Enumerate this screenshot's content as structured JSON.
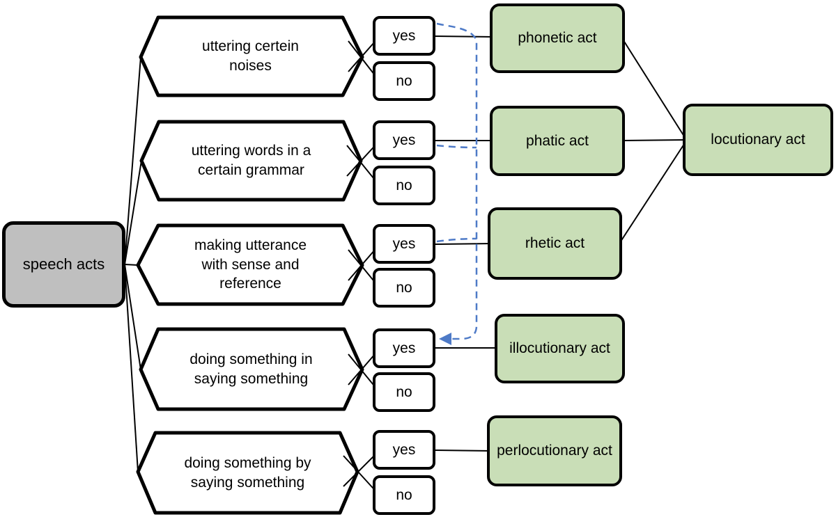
{
  "diagram": {
    "root": {
      "label": "speech acts"
    },
    "combined": {
      "label": "locutionary act"
    },
    "rows": [
      {
        "condition": "uttering certein\nnoises",
        "yes_label": "yes",
        "no_label": "no",
        "result": "phonetic act"
      },
      {
        "condition": "uttering words in a\ncertain grammar",
        "yes_label": "yes",
        "no_label": "no",
        "result": "phatic act"
      },
      {
        "condition": "making utterance\nwith sense and\nreference",
        "yes_label": "yes",
        "no_label": "no",
        "result": "rhetic act"
      },
      {
        "condition": "doing something in\nsaying something",
        "yes_label": "yes",
        "no_label": "no",
        "result": "illocutionary act"
      },
      {
        "condition": "doing something by\nsaying something",
        "yes_label": "yes",
        "no_label": "no",
        "result": "perlocutionary act"
      }
    ],
    "colors": {
      "result_fill": "#c9deb7",
      "root_fill": "#bfbfbf",
      "decision_fill": "#ffffff",
      "outline": "#000000",
      "dashed_arrow": "#4e7ac7"
    }
  }
}
